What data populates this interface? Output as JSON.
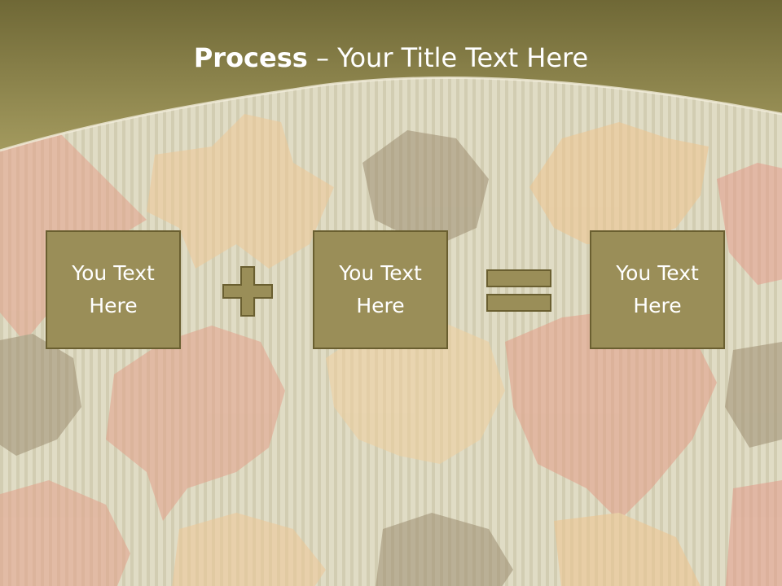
{
  "slide": {
    "title_bold": "Process",
    "title_sep": " – ",
    "title_rest": "Your Title Text Here"
  },
  "boxes": [
    {
      "label": "You Text Here"
    },
    {
      "label": "You Text Here"
    },
    {
      "label": "You Text Here"
    }
  ],
  "operators": {
    "first": "plus-icon",
    "second": "equals-icon"
  },
  "colors": {
    "header": "#8f8549",
    "box_fill": "#9a8e58",
    "box_border": "#6a5f30",
    "stripe_bg": "#ddd8c0"
  }
}
